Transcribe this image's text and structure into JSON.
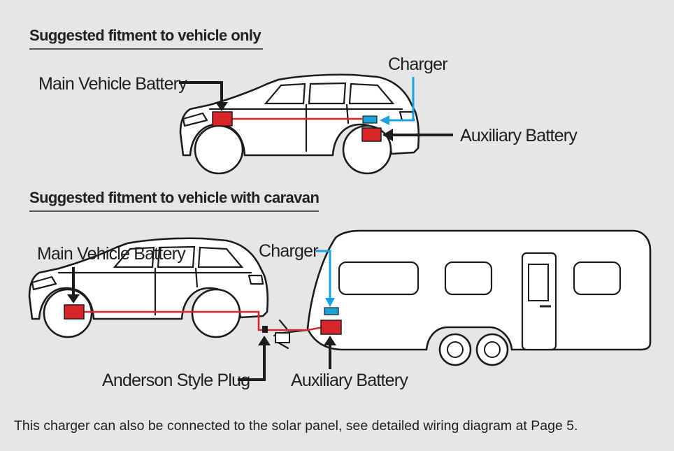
{
  "sections": [
    {
      "heading": "Suggested fitment to vehicle only",
      "labels": {
        "main_battery": "Main Vehicle Battery",
        "charger": "Charger",
        "aux_battery": "Auxiliary Battery"
      }
    },
    {
      "heading": "Suggested fitment to vehicle with caravan",
      "labels": {
        "main_battery": "Main Vehicle Battery",
        "charger": "Charger",
        "aux_battery": "Auxiliary Battery",
        "plug": "Anderson Style Plug"
      }
    }
  ],
  "footer": "This charger can also be connected to the solar panel, see detailed wiring diagram at Page 5.",
  "colors": {
    "background": "#e6e6e7",
    "battery": "#d9262b",
    "charger": "#1aa3dc",
    "arrow_black": "#1c1c1c",
    "arrow_blue": "#1aa3dc"
  }
}
